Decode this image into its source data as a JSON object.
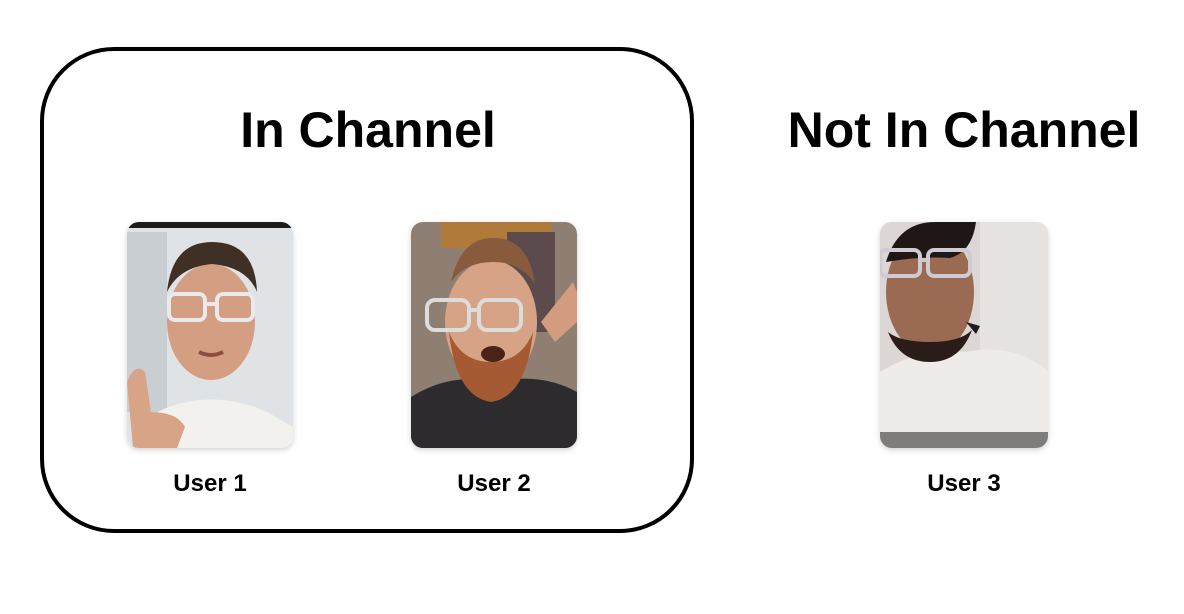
{
  "groups": {
    "in_channel": {
      "title": "In Channel",
      "users": [
        {
          "name": "User 1"
        },
        {
          "name": "User 2"
        }
      ]
    },
    "not_in_channel": {
      "title": "Not In Channel",
      "users": [
        {
          "name": "User 3"
        }
      ]
    }
  },
  "colors": {
    "border": "#000000",
    "text": "#000000",
    "background": "#ffffff"
  }
}
